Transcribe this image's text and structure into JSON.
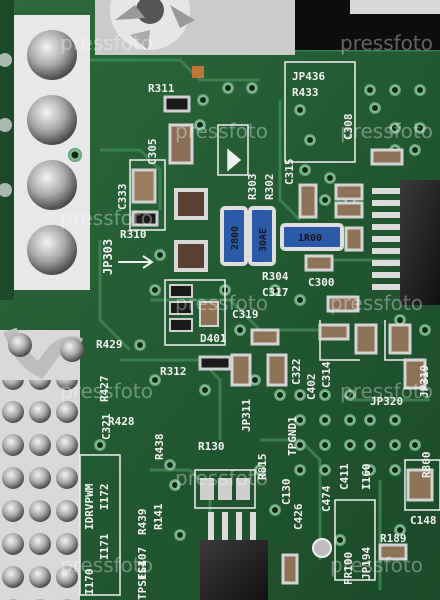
{
  "photo": {
    "description_alt": "Close-up photograph of a green printed circuit board"
  },
  "labels": {
    "r311": "R311",
    "c305": "C305",
    "c333": "C333",
    "r310": "R310",
    "jp303": "JP303",
    "r303": "R303",
    "r302": "R302",
    "c315": "C315",
    "jp436": "JP436",
    "r433": "R433",
    "c308": "C308",
    "r304": "R304",
    "c317": "C317",
    "c300": "C300",
    "c319": "C319",
    "d401": "D401",
    "r429": "R429",
    "r312": "R312",
    "r427": "R427",
    "r428": "R428",
    "c321": "C321",
    "c322": "C322",
    "c402": "C402",
    "c314": "C314",
    "jp311": "JP311",
    "jp320": "JP320",
    "jp319": "JP319",
    "r438": "R438",
    "r130": "R130",
    "r815": "R815",
    "c130": "C130",
    "tpgnd1": "TPGND1",
    "c411": "C411",
    "i160": "I160",
    "r800": "R800",
    "c474": "C474",
    "c426": "C426",
    "c148": "C148",
    "idrvpwm": "IDRVPWM",
    "i172": "I172",
    "i171": "I171",
    "i170": "I170",
    "r439": "R439",
    "r141": "R141",
    "ic407": "IC407",
    "tpsfs1": "TPSFS1",
    "fr100": "FR100",
    "jp194": "JP194",
    "r189": "R189"
  },
  "markings": {
    "res_280": "2800",
    "res_30ae": "30AE",
    "res_1r00": "1R00"
  },
  "watermark": {
    "text": "pressfoto"
  }
}
